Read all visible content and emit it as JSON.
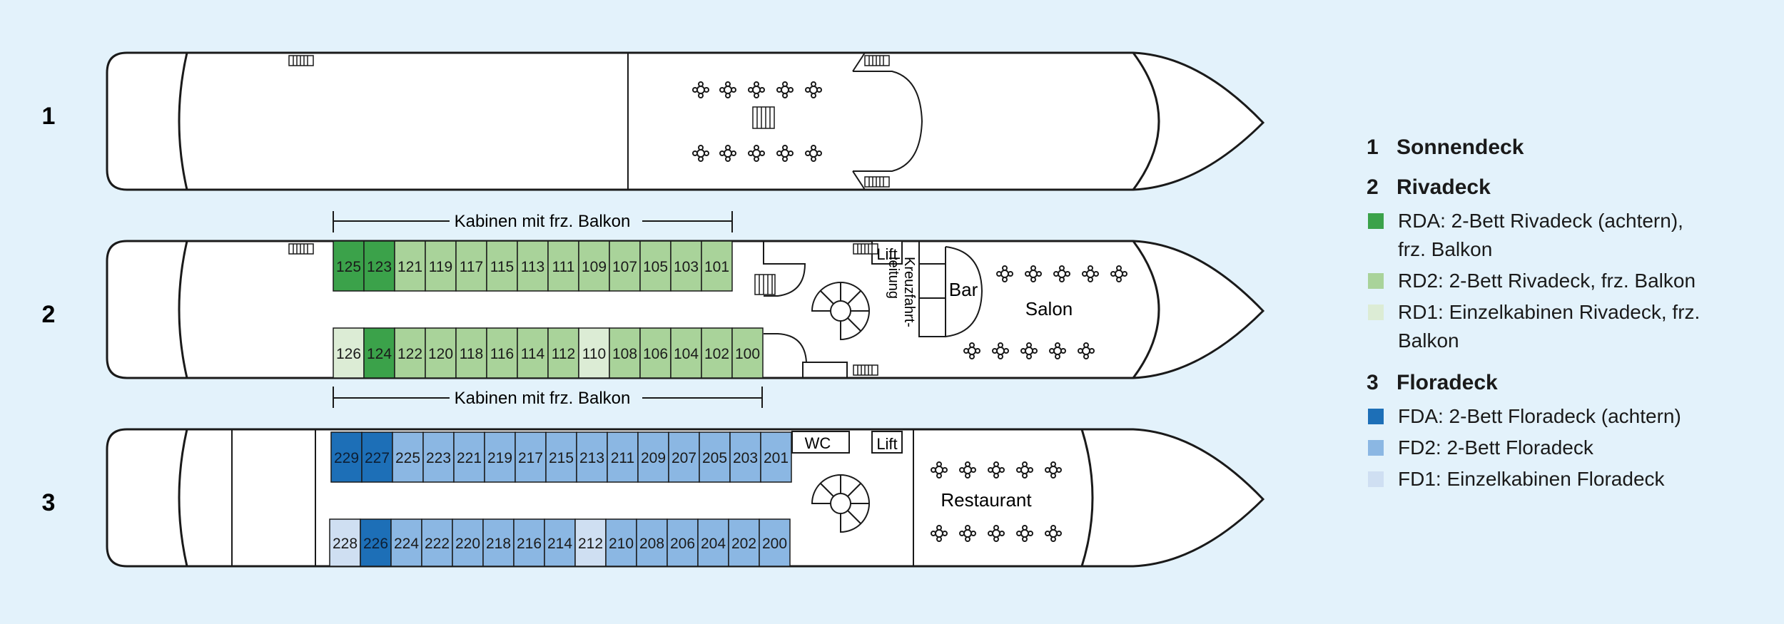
{
  "colors": {
    "background": "#e3f2fb",
    "hull_fill": "#ffffff",
    "stroke": "#1a1a1a",
    "RDA": "#3ba24a",
    "RD2": "#a9d39a",
    "RD1": "#dcecd5",
    "FDA": "#1d6fb7",
    "FD2": "#8bb7e3",
    "FD1": "#cfdff2"
  },
  "decks": [
    {
      "number": "1"
    },
    {
      "number": "2"
    },
    {
      "number": "3"
    }
  ],
  "deck2": {
    "top_row": [
      {
        "label": "125",
        "type": "RDA"
      },
      {
        "label": "123",
        "type": "RDA"
      },
      {
        "label": "121",
        "type": "RD2"
      },
      {
        "label": "119",
        "type": "RD2"
      },
      {
        "label": "117",
        "type": "RD2"
      },
      {
        "label": "115",
        "type": "RD2"
      },
      {
        "label": "113",
        "type": "RD2"
      },
      {
        "label": "111",
        "type": "RD2"
      },
      {
        "label": "109",
        "type": "RD2"
      },
      {
        "label": "107",
        "type": "RD2"
      },
      {
        "label": "105",
        "type": "RD2"
      },
      {
        "label": "103",
        "type": "RD2"
      },
      {
        "label": "101",
        "type": "RD2"
      }
    ],
    "bottom_row": [
      {
        "label": "126",
        "type": "RD1"
      },
      {
        "label": "124",
        "type": "RDA"
      },
      {
        "label": "122",
        "type": "RD2"
      },
      {
        "label": "120",
        "type": "RD2"
      },
      {
        "label": "118",
        "type": "RD2"
      },
      {
        "label": "116",
        "type": "RD2"
      },
      {
        "label": "114",
        "type": "RD2"
      },
      {
        "label": "112",
        "type": "RD2"
      },
      {
        "label": "110",
        "type": "RD1"
      },
      {
        "label": "108",
        "type": "RD2"
      },
      {
        "label": "106",
        "type": "RD2"
      },
      {
        "label": "104",
        "type": "RD2"
      },
      {
        "label": "102",
        "type": "RD2"
      },
      {
        "label": "100",
        "type": "RD2"
      }
    ],
    "balcony_label": "Kabinen mit frz. Balkon",
    "lift": "Lift",
    "crew": "Kreuzfahrt-\nleitung",
    "bar": "Bar",
    "salon": "Salon"
  },
  "deck3": {
    "top_row": [
      {
        "label": "229",
        "type": "FDA"
      },
      {
        "label": "227",
        "type": "FDA"
      },
      {
        "label": "225",
        "type": "FD2"
      },
      {
        "label": "223",
        "type": "FD2"
      },
      {
        "label": "221",
        "type": "FD2"
      },
      {
        "label": "219",
        "type": "FD2"
      },
      {
        "label": "217",
        "type": "FD2"
      },
      {
        "label": "215",
        "type": "FD2"
      },
      {
        "label": "213",
        "type": "FD2"
      },
      {
        "label": "211",
        "type": "FD2"
      },
      {
        "label": "209",
        "type": "FD2"
      },
      {
        "label": "207",
        "type": "FD2"
      },
      {
        "label": "205",
        "type": "FD2"
      },
      {
        "label": "203",
        "type": "FD2"
      },
      {
        "label": "201",
        "type": "FD2"
      }
    ],
    "bottom_row": [
      {
        "label": "228",
        "type": "FD1"
      },
      {
        "label": "226",
        "type": "FDA"
      },
      {
        "label": "224",
        "type": "FD2"
      },
      {
        "label": "222",
        "type": "FD2"
      },
      {
        "label": "220",
        "type": "FD2"
      },
      {
        "label": "218",
        "type": "FD2"
      },
      {
        "label": "216",
        "type": "FD2"
      },
      {
        "label": "214",
        "type": "FD2"
      },
      {
        "label": "212",
        "type": "FD1"
      },
      {
        "label": "210",
        "type": "FD2"
      },
      {
        "label": "208",
        "type": "FD2"
      },
      {
        "label": "206",
        "type": "FD2"
      },
      {
        "label": "204",
        "type": "FD2"
      },
      {
        "label": "202",
        "type": "FD2"
      },
      {
        "label": "200",
        "type": "FD2"
      }
    ],
    "wc": "WC",
    "lift": "Lift",
    "restaurant": "Restaurant"
  },
  "legend": {
    "groups": [
      {
        "number": "1",
        "title": "Sonnendeck",
        "items": []
      },
      {
        "number": "2",
        "title": "Rivadeck",
        "items": [
          {
            "swatch": "RDA",
            "text": "RDA: 2-Bett Rivadeck (achtern), frz. Balkon"
          },
          {
            "swatch": "RD2",
            "text": "RD2: 2-Bett Rivadeck, frz. Balkon"
          },
          {
            "swatch": "RD1",
            "text": "RD1: Einzelkabinen Rivadeck, frz. Balkon"
          }
        ]
      },
      {
        "number": "3",
        "title": "Floradeck",
        "items": [
          {
            "swatch": "FDA",
            "text": "FDA: 2-Bett Floradeck (achtern)"
          },
          {
            "swatch": "FD2",
            "text": "FD2: 2-Bett Floradeck"
          },
          {
            "swatch": "FD1",
            "text": "FD1: Einzelkabinen Floradeck"
          }
        ]
      }
    ]
  }
}
